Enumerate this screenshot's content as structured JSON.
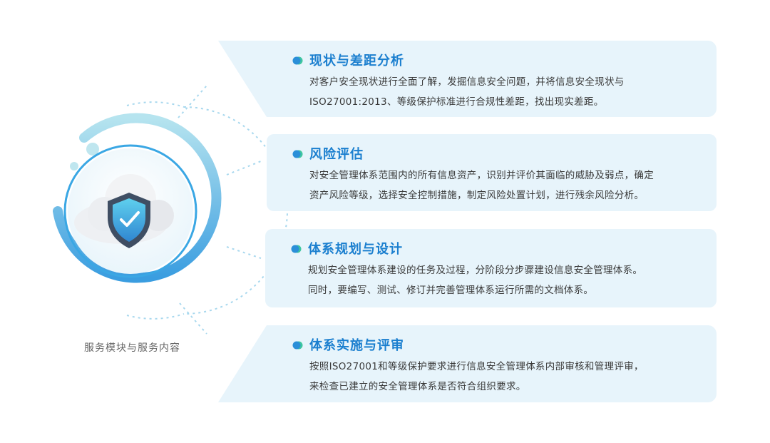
{
  "caption": "服务模块与服务内容",
  "colors": {
    "card_bg": "#e7f4fb",
    "title": "#1b7fcf",
    "accent_blue": "#2a8fd8",
    "accent_green": "#3fc6a0",
    "ring_light": "#a9ddeb",
    "ring_dark": "#3b9ee0",
    "shield_dark": "#3f4e63",
    "shield_light": "#56c2e6"
  },
  "icon": "cloud-shield-check-icon",
  "items": [
    {
      "title": "现状与差距分析",
      "lines": [
        "对客户安全现状进行全面了解，发掘信息安全问题，并将信息安全现状与",
        "ISO27001:2013、等级保护标准进行合规性差距，找出现实差距。"
      ]
    },
    {
      "title": "风险评估",
      "lines": [
        "对安全管理体系范围内的所有信息资产，识别并评价其面临的威胁及弱点，确定",
        "资产风险等级，选择安全控制措施，制定风险处置计划，进行残余风险分析。"
      ]
    },
    {
      "title": "体系规划与设计",
      "lines": [
        "规划安全管理体系建设的任务及过程，分阶段分步骤建设信息安全管理体系。",
        "同时，要编写、测试、修订并完善管理体系运行所需的文档体系。"
      ]
    },
    {
      "title": "体系实施与评审",
      "lines": [
        "按照ISO27001和等级保护要求进行信息安全管理体系内部审核和管理评审，",
        "来检查已建立的安全管理体系是否符合组织要求。"
      ]
    }
  ]
}
